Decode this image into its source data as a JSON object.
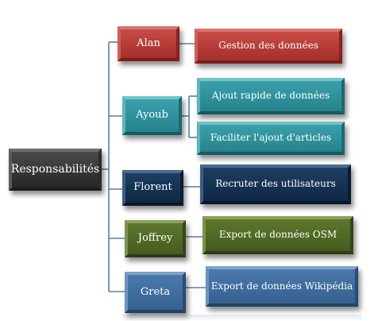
{
  "root": {
    "label": "Responsabilités"
  },
  "people": [
    {
      "name": "Alan",
      "color": "#b63a35",
      "tasks": [
        "Gestion des données"
      ]
    },
    {
      "name": "Ayoub",
      "color": "#2f939d",
      "tasks": [
        "Ajout rapide de données",
        "Faciliter l'ajout d'articles"
      ]
    },
    {
      "name": "Florent",
      "color": "#17324f",
      "tasks": [
        "Recruter des utilisateurs"
      ]
    },
    {
      "name": "Joffrey",
      "color": "#506927",
      "tasks": [
        "Export de données OSM"
      ]
    },
    {
      "name": "Greta",
      "color": "#3f6e9f",
      "tasks": [
        "Export de données Wikipédia"
      ]
    }
  ]
}
